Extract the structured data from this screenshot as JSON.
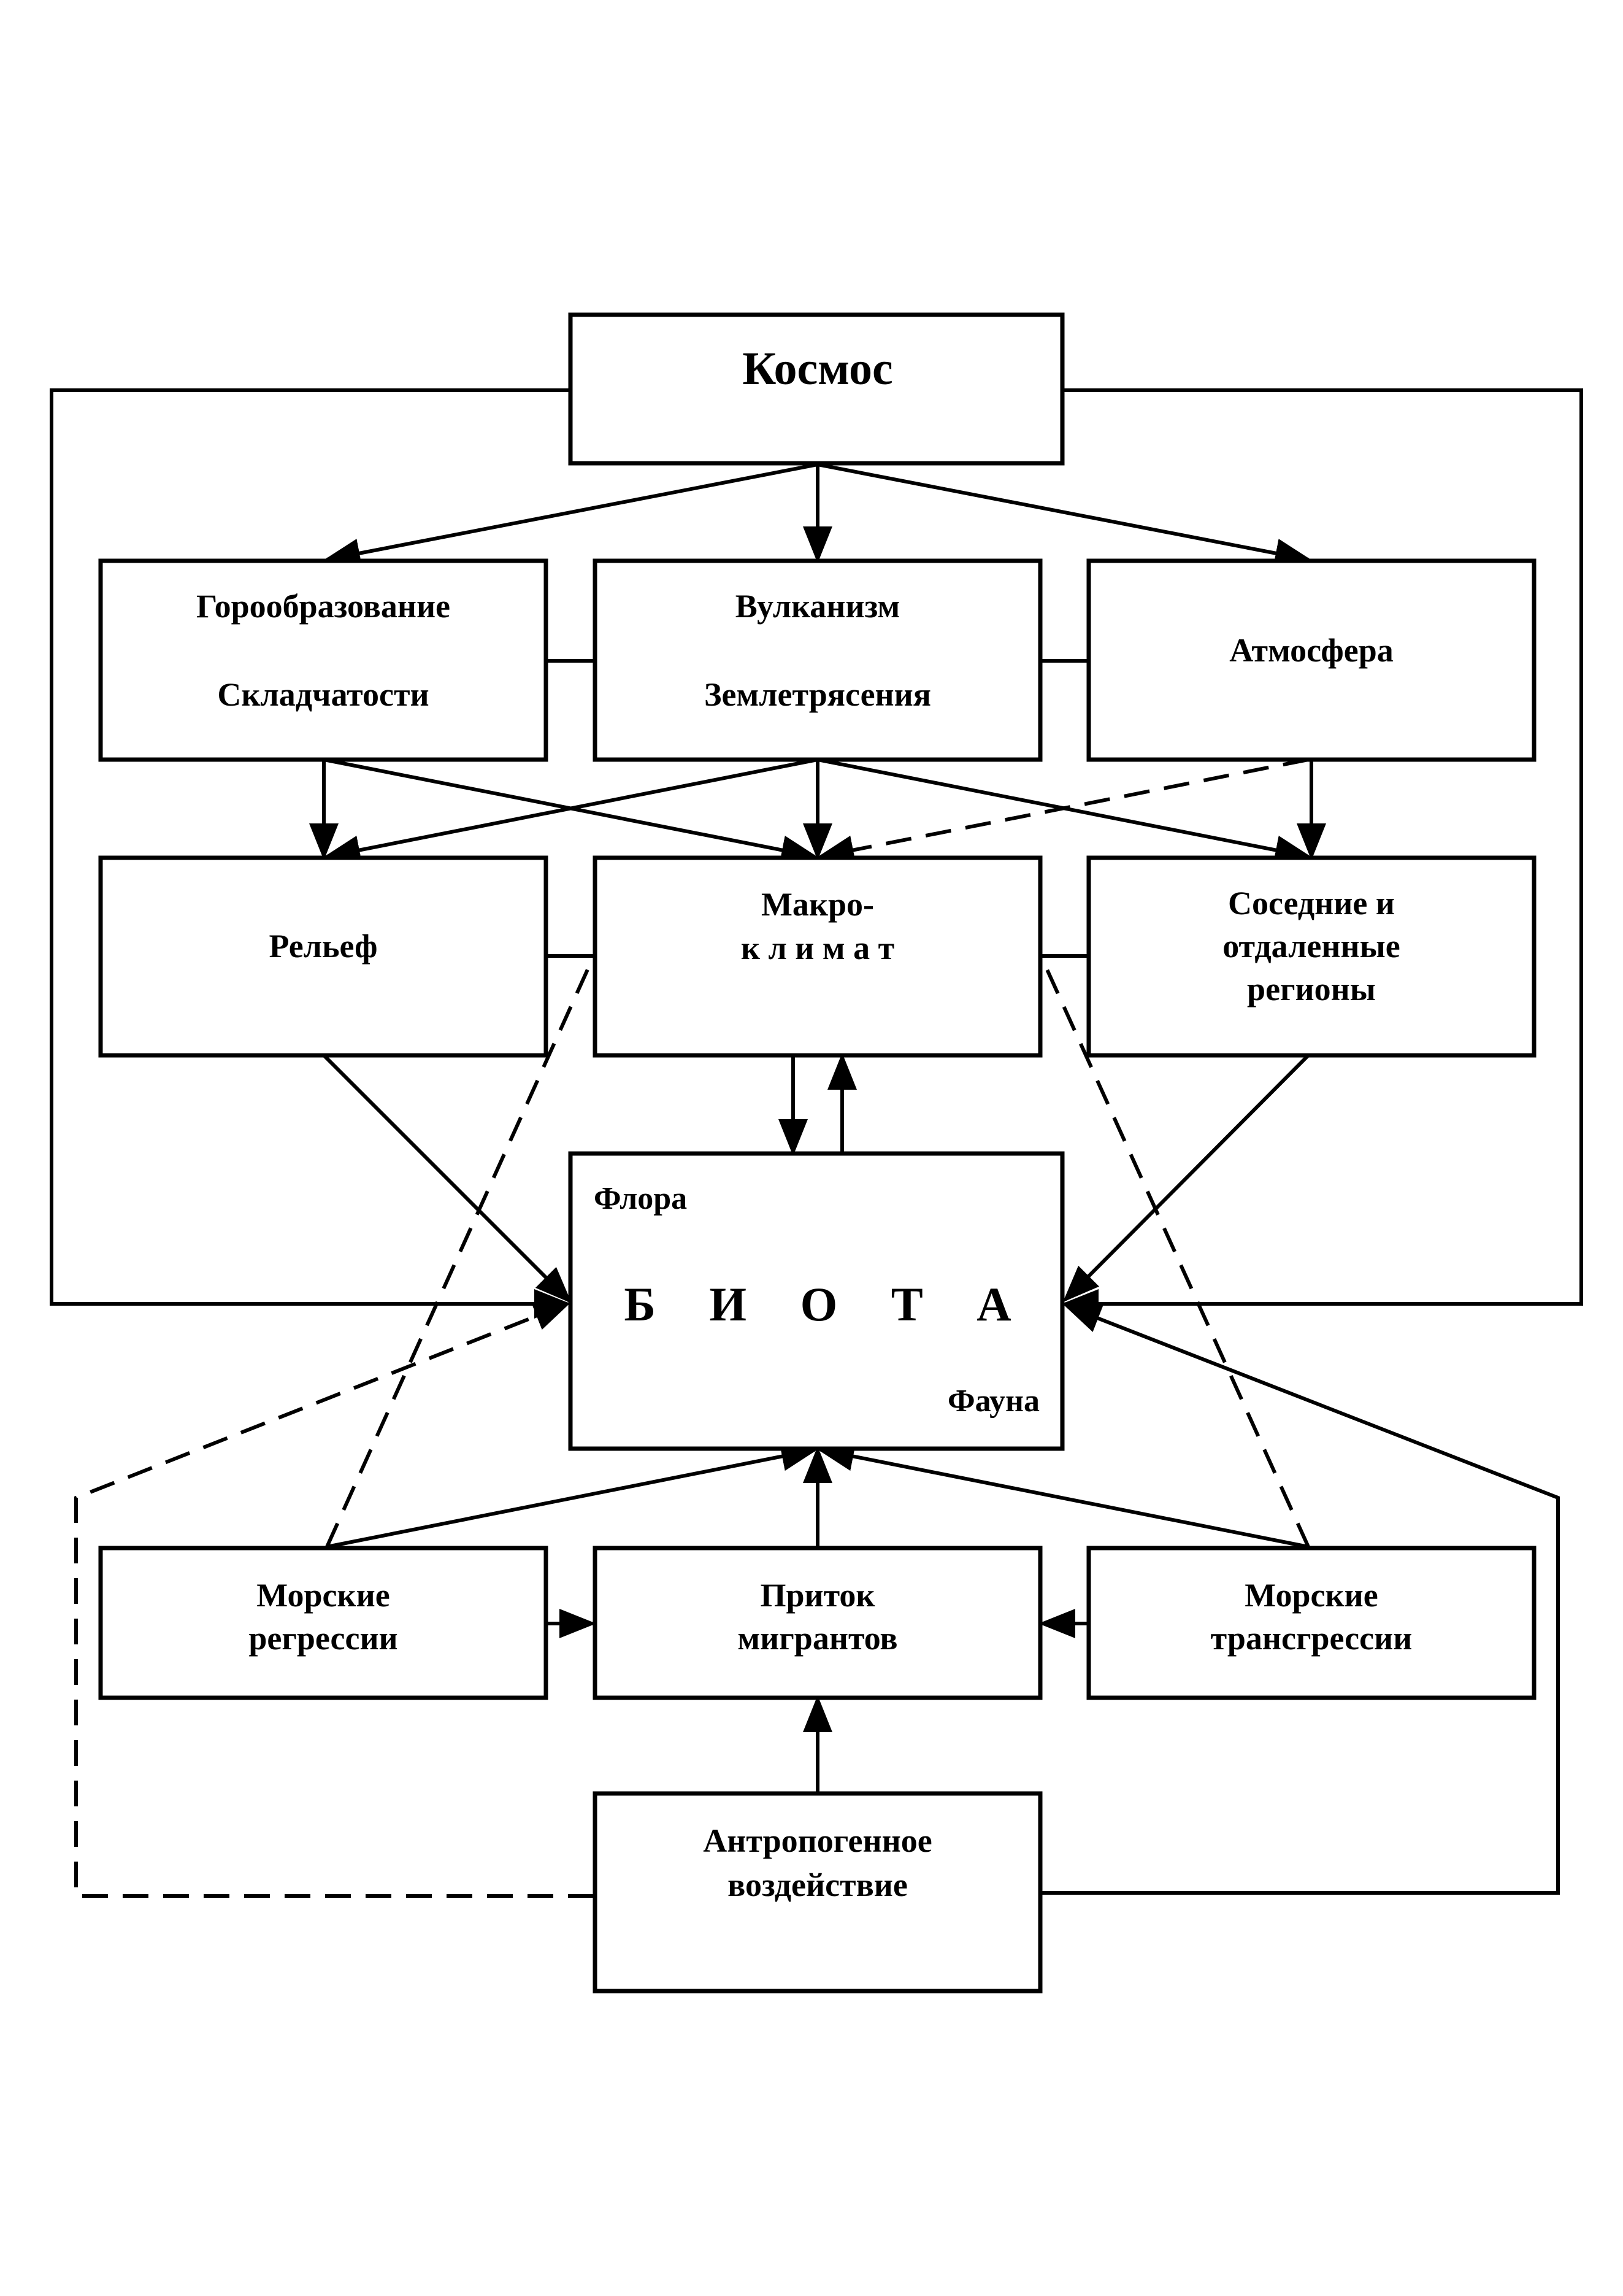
{
  "nodes": {
    "kosmos": {
      "label": "Космос"
    },
    "goroobrazovanie": {
      "line1": "Горообразование",
      "line2": "Складчатости"
    },
    "vulkanizm": {
      "line1": "Вулканизм",
      "line2": "Землетрясения"
    },
    "atmosfera": {
      "label": "Атмосфера"
    },
    "relief": {
      "label": "Рельеф"
    },
    "makroklimat": {
      "line1": "Макро-",
      "line2": "к л и м а т"
    },
    "regiony": {
      "line1": "Соседние и",
      "line2": "отдаленные",
      "line3": "регионы"
    },
    "biota": {
      "label": "Б И О Т А",
      "flora": "Флора",
      "fauna": "Фауна"
    },
    "regressii": {
      "line1": "Морские",
      "line2": "регрессии"
    },
    "migranty": {
      "line1": "Приток",
      "line2": "мигрантов"
    },
    "transgressii": {
      "line1": "Морские",
      "line2": "трансгрессии"
    },
    "antropogen": {
      "line1": "Антропогенное",
      "line2": "воздействие"
    }
  }
}
